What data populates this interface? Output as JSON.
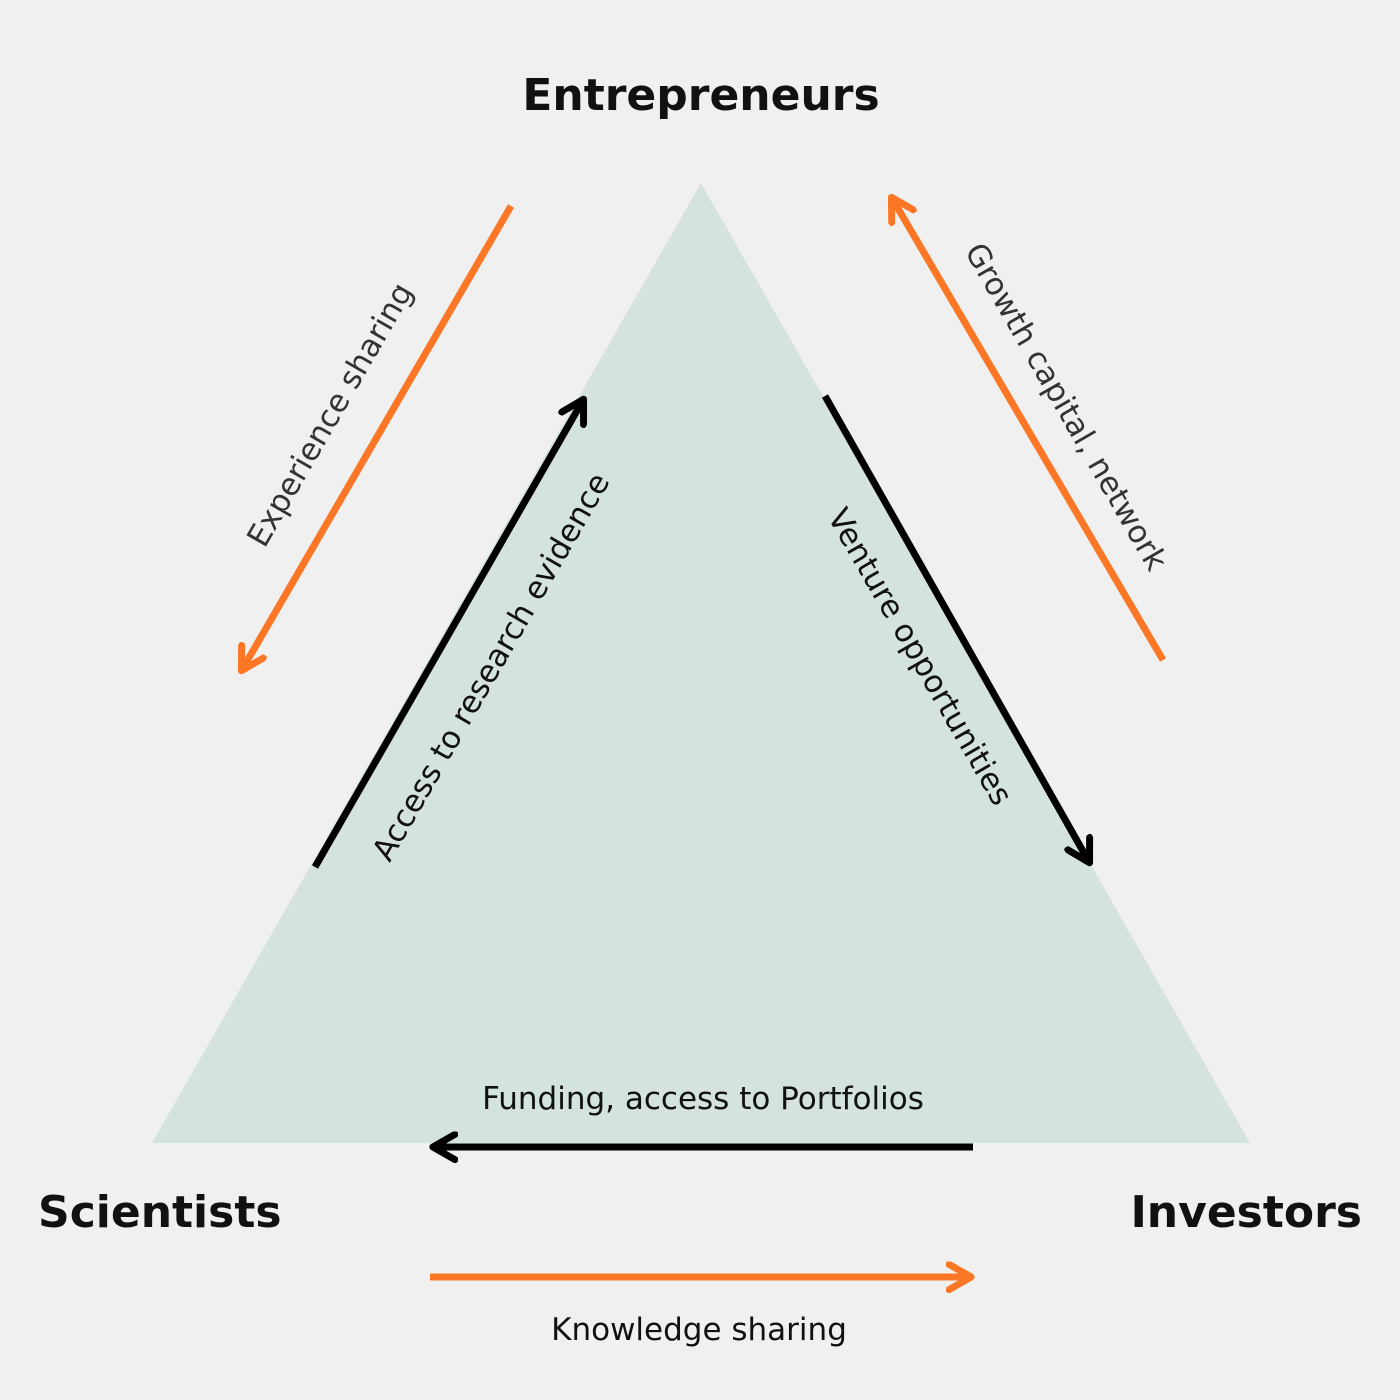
{
  "diagram": {
    "nodes": {
      "top": "Entrepreneurs",
      "left": "Scientists",
      "right": "Investors"
    },
    "edges": {
      "experience_sharing": "Experience sharing",
      "growth_capital": "Growth capital, network",
      "research_evidence": "Access to research evidence",
      "venture_opportunities": "Venture opportunities",
      "funding_portfolios": "Funding, access to Portfolios",
      "knowledge_sharing": "Knowledge sharing"
    }
  },
  "colors": {
    "background": "#f0f0f0",
    "triangle_fill": "#d4e3de",
    "accent_orange": "#fb7725",
    "arrow_black": "#000000",
    "text": "#111111"
  }
}
